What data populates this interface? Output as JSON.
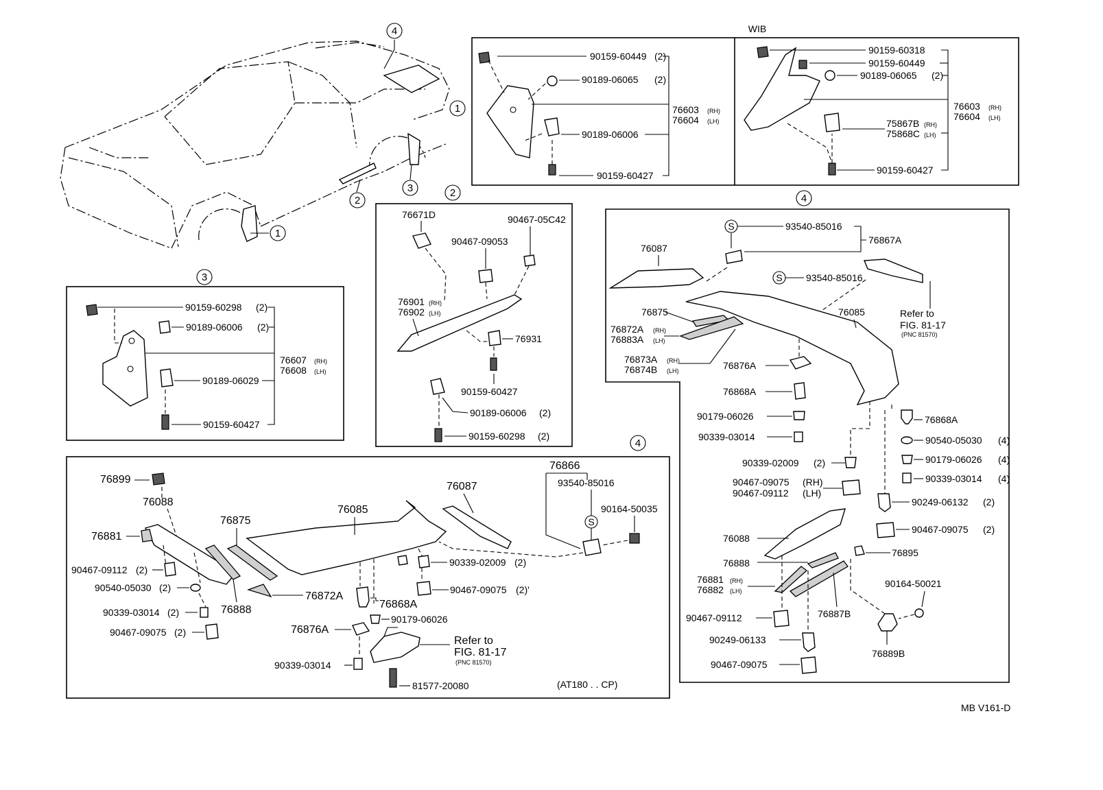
{
  "wib_heading": "WIB",
  "diagram_id": "MB V161-D",
  "model_note": "(AT180 . . CP)",
  "circle_markers": [
    "1",
    "2",
    "3",
    "4"
  ],
  "car_overview": {
    "callouts": [
      "4",
      "2",
      "3",
      "1"
    ]
  },
  "section_1": {
    "marker": "1",
    "left": {
      "parts": [
        {
          "no": "90159-60449",
          "qty": "(2)"
        },
        {
          "no": "90189-06065",
          "qty": "(2)"
        },
        {
          "no": "90189-06006",
          "qty": ""
        },
        {
          "no": "90159-60427",
          "qty": ""
        }
      ],
      "assy_rh": "76603",
      "assy_lh": "76604",
      "rh": "(RH)",
      "lh": "(LH)"
    },
    "right": {
      "parts": [
        {
          "no": "90159-60318",
          "qty": ""
        },
        {
          "no": "90159-60449",
          "qty": ""
        },
        {
          "no": "90189-06065",
          "qty": "(2)"
        },
        {
          "no": "90159-60427",
          "qty": ""
        }
      ],
      "bracket_rh": "75867B",
      "bracket_lh": "75868C",
      "assy_rh": "76603",
      "assy_lh": "76604",
      "rh": "(RH)",
      "lh": "(LH)"
    }
  },
  "section_2": {
    "marker": "2",
    "parts": {
      "p1": "76671D",
      "p2": "90467-05C42",
      "p3": "90467-09053",
      "p4_rh": "76901",
      "p4_lh": "76902",
      "rh": "(RH)",
      "lh": "(LH)",
      "p5": "76931",
      "p6": "90159-60427",
      "p7": "90189-06006",
      "p7_qty": "(2)",
      "p8": "90159-60298",
      "p8_qty": "(2)"
    }
  },
  "section_3": {
    "marker": "3",
    "parts": [
      {
        "no": "90159-60298",
        "qty": "(2)"
      },
      {
        "no": "90189-06006",
        "qty": "(2)"
      },
      {
        "no": "90189-06029",
        "qty": ""
      },
      {
        "no": "90159-60427",
        "qty": ""
      }
    ],
    "assy_rh": "76607",
    "assy_lh": "76608",
    "rh": "(RH)",
    "lh": "(LH)"
  },
  "section_4_right": {
    "marker": "4",
    "labels": {
      "s1": "93540-85016",
      "s2": "93540-85016",
      "bracket": "76867A",
      "spoiler_top": "76087",
      "p76875": "76875",
      "p76872a": "76872A",
      "p76883a": "76883A",
      "p76873a": "76873A",
      "p76874b": "76874B",
      "spoiler": "76085",
      "refer1": "Refer to",
      "refer2": "FIG. 81-17",
      "refer3": "(PNC 81570)",
      "p76876a": "76876A",
      "p76868a_l": "76868A",
      "p90179": "90179-06026",
      "p90339a": "90339-03014",
      "p90339b": "90339-02009",
      "p90339b_qty": "(2)",
      "p90467_rh": "90467-09075",
      "p90467_lh": "90467-09112",
      "p76868a_r": "76868A",
      "r1": "90540-05030",
      "r1q": "(4)",
      "r2": "90179-06026",
      "r2q": "(4)",
      "r3": "90339-03014",
      "r3q": "(4)",
      "r4": "90249-06132",
      "r4q": "(2)",
      "r5": "90467-09075",
      "r5q": "(2)",
      "p76088": "76088",
      "p76895": "76895",
      "p76888": "76888",
      "p76881": "76881",
      "p76882": "76882",
      "p76887b": "76887B",
      "p90164": "90164-50021",
      "p90467a": "90467-09112",
      "p90249": "90249-06133",
      "p90467b": "90467-09075",
      "p76889b": "76889B",
      "rh": "(RH)",
      "lh": "(LH)"
    }
  },
  "section_4_bottom": {
    "marker": "4",
    "labels": {
      "p76899": "76899",
      "p76088": "76088",
      "p76881": "76881",
      "a": "90467-09112",
      "aq": "(2)",
      "b": "90540-05030",
      "bq": "(2)",
      "c": "90339-03014",
      "cq": "(2)",
      "d": "90467-09075",
      "dq": "(2)",
      "p76875": "76875",
      "p76888": "76888",
      "p76872a": "76872A",
      "p76085": "76085",
      "p76087": "76087",
      "p76866": "76866",
      "p93540": "93540-85016",
      "p90164": "90164-50035",
      "e": "90339-02009",
      "eq": "(2)",
      "f": "90467-09075",
      "fq": "(2)'",
      "p76868a": "76868A",
      "p90179": "90179-06026",
      "p76876a": "76876A",
      "p90339": "90339-03014",
      "refer1": "Refer to",
      "refer2": "FIG. 81-17",
      "refer3": "(PNC 81570)",
      "p81577": "81577-20080"
    }
  }
}
